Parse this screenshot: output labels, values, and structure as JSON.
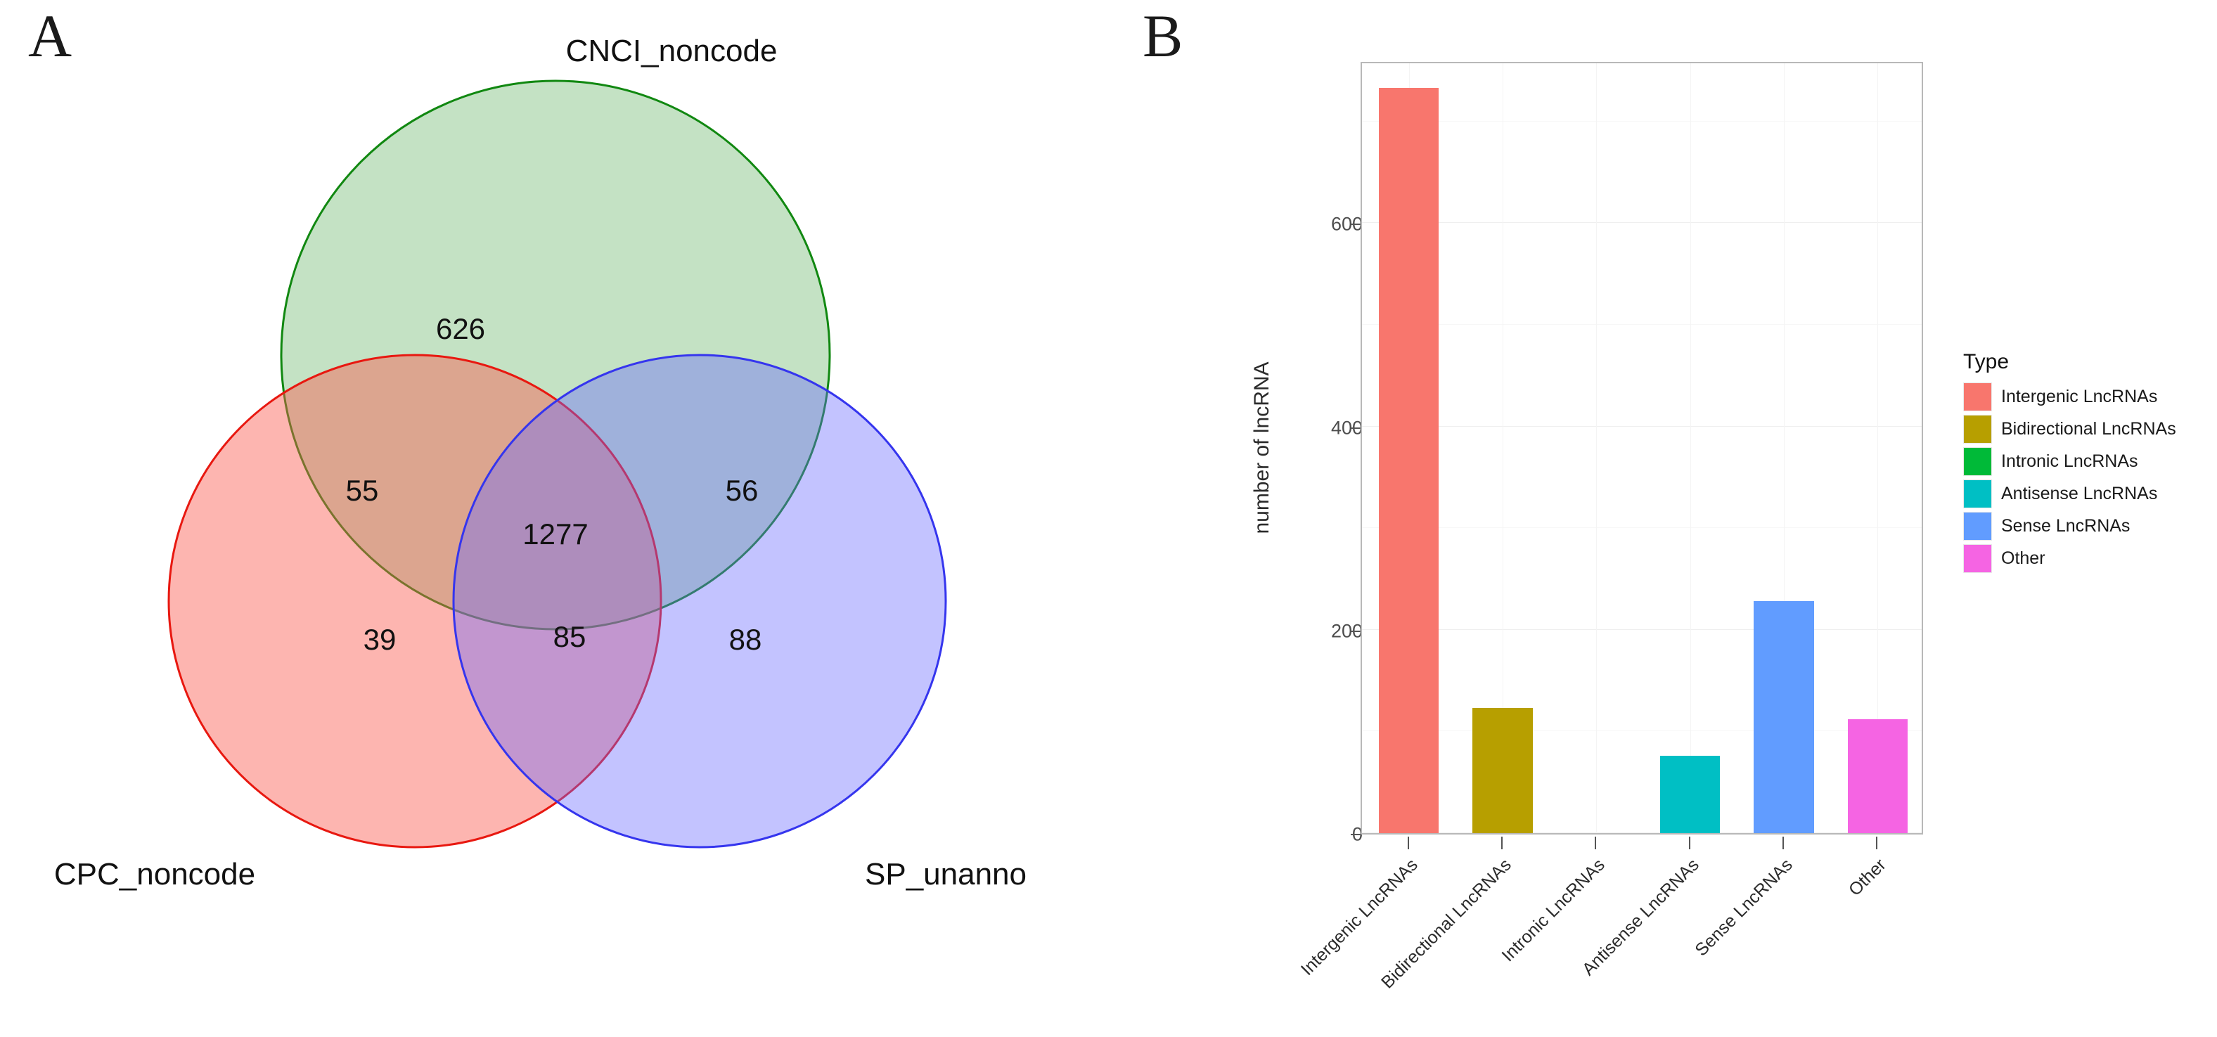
{
  "figure": {
    "panel_a_letter": "A",
    "panel_b_letter": "B"
  },
  "venn": {
    "sets": [
      {
        "id": "cnci",
        "label": "CNCI_noncode",
        "color": "#7fbf7f"
      },
      {
        "id": "cpc",
        "label": "CPC_noncode",
        "color": "#fa8072"
      },
      {
        "id": "sp",
        "label": "SP_unanno",
        "color": "#8080f0"
      }
    ],
    "counts": {
      "cnci_only": "626",
      "cpc_cnci": "55",
      "cnci_sp": "56",
      "all_three": "1277",
      "cpc_only": "39",
      "cpc_sp": "85",
      "sp_only": "88"
    }
  },
  "chart_data": {
    "type": "bar",
    "title": "",
    "xlabel": "",
    "ylabel": "number of lncRNA",
    "ylim": [
      0,
      760
    ],
    "yticks": [
      0,
      200,
      400,
      600
    ],
    "ytick_labels": [
      "0",
      "200",
      "400",
      "600"
    ],
    "grid": true,
    "legend_position": "right",
    "legend_title": "Type",
    "categories": [
      "Intergenic LncRNAs",
      "Bidirectional LncRNAs",
      "Intronic LncRNAs",
      "Antisense LncRNAs",
      "Sense LncRNAs",
      "Other"
    ],
    "values": [
      733,
      123,
      0,
      76,
      228,
      112
    ],
    "colors": [
      "#F8766D",
      "#B79F00",
      "#00BA38",
      "#00BFC4",
      "#619CFF",
      "#F564E3"
    ],
    "series": [
      {
        "name": "Type",
        "points": [
          {
            "category": "Intergenic LncRNAs",
            "value": 733,
            "color": "#F8766D"
          },
          {
            "category": "Bidirectional LncRNAs",
            "value": 123,
            "color": "#B79F00"
          },
          {
            "category": "Intronic LncRNAs",
            "value": 0,
            "color": "#00BA38"
          },
          {
            "category": "Antisense LncRNAs",
            "value": 76,
            "color": "#00BFC4"
          },
          {
            "category": "Sense LncRNAs",
            "value": 228,
            "color": "#619CFF"
          },
          {
            "category": "Other",
            "value": 112,
            "color": "#F564E3"
          }
        ]
      }
    ]
  }
}
